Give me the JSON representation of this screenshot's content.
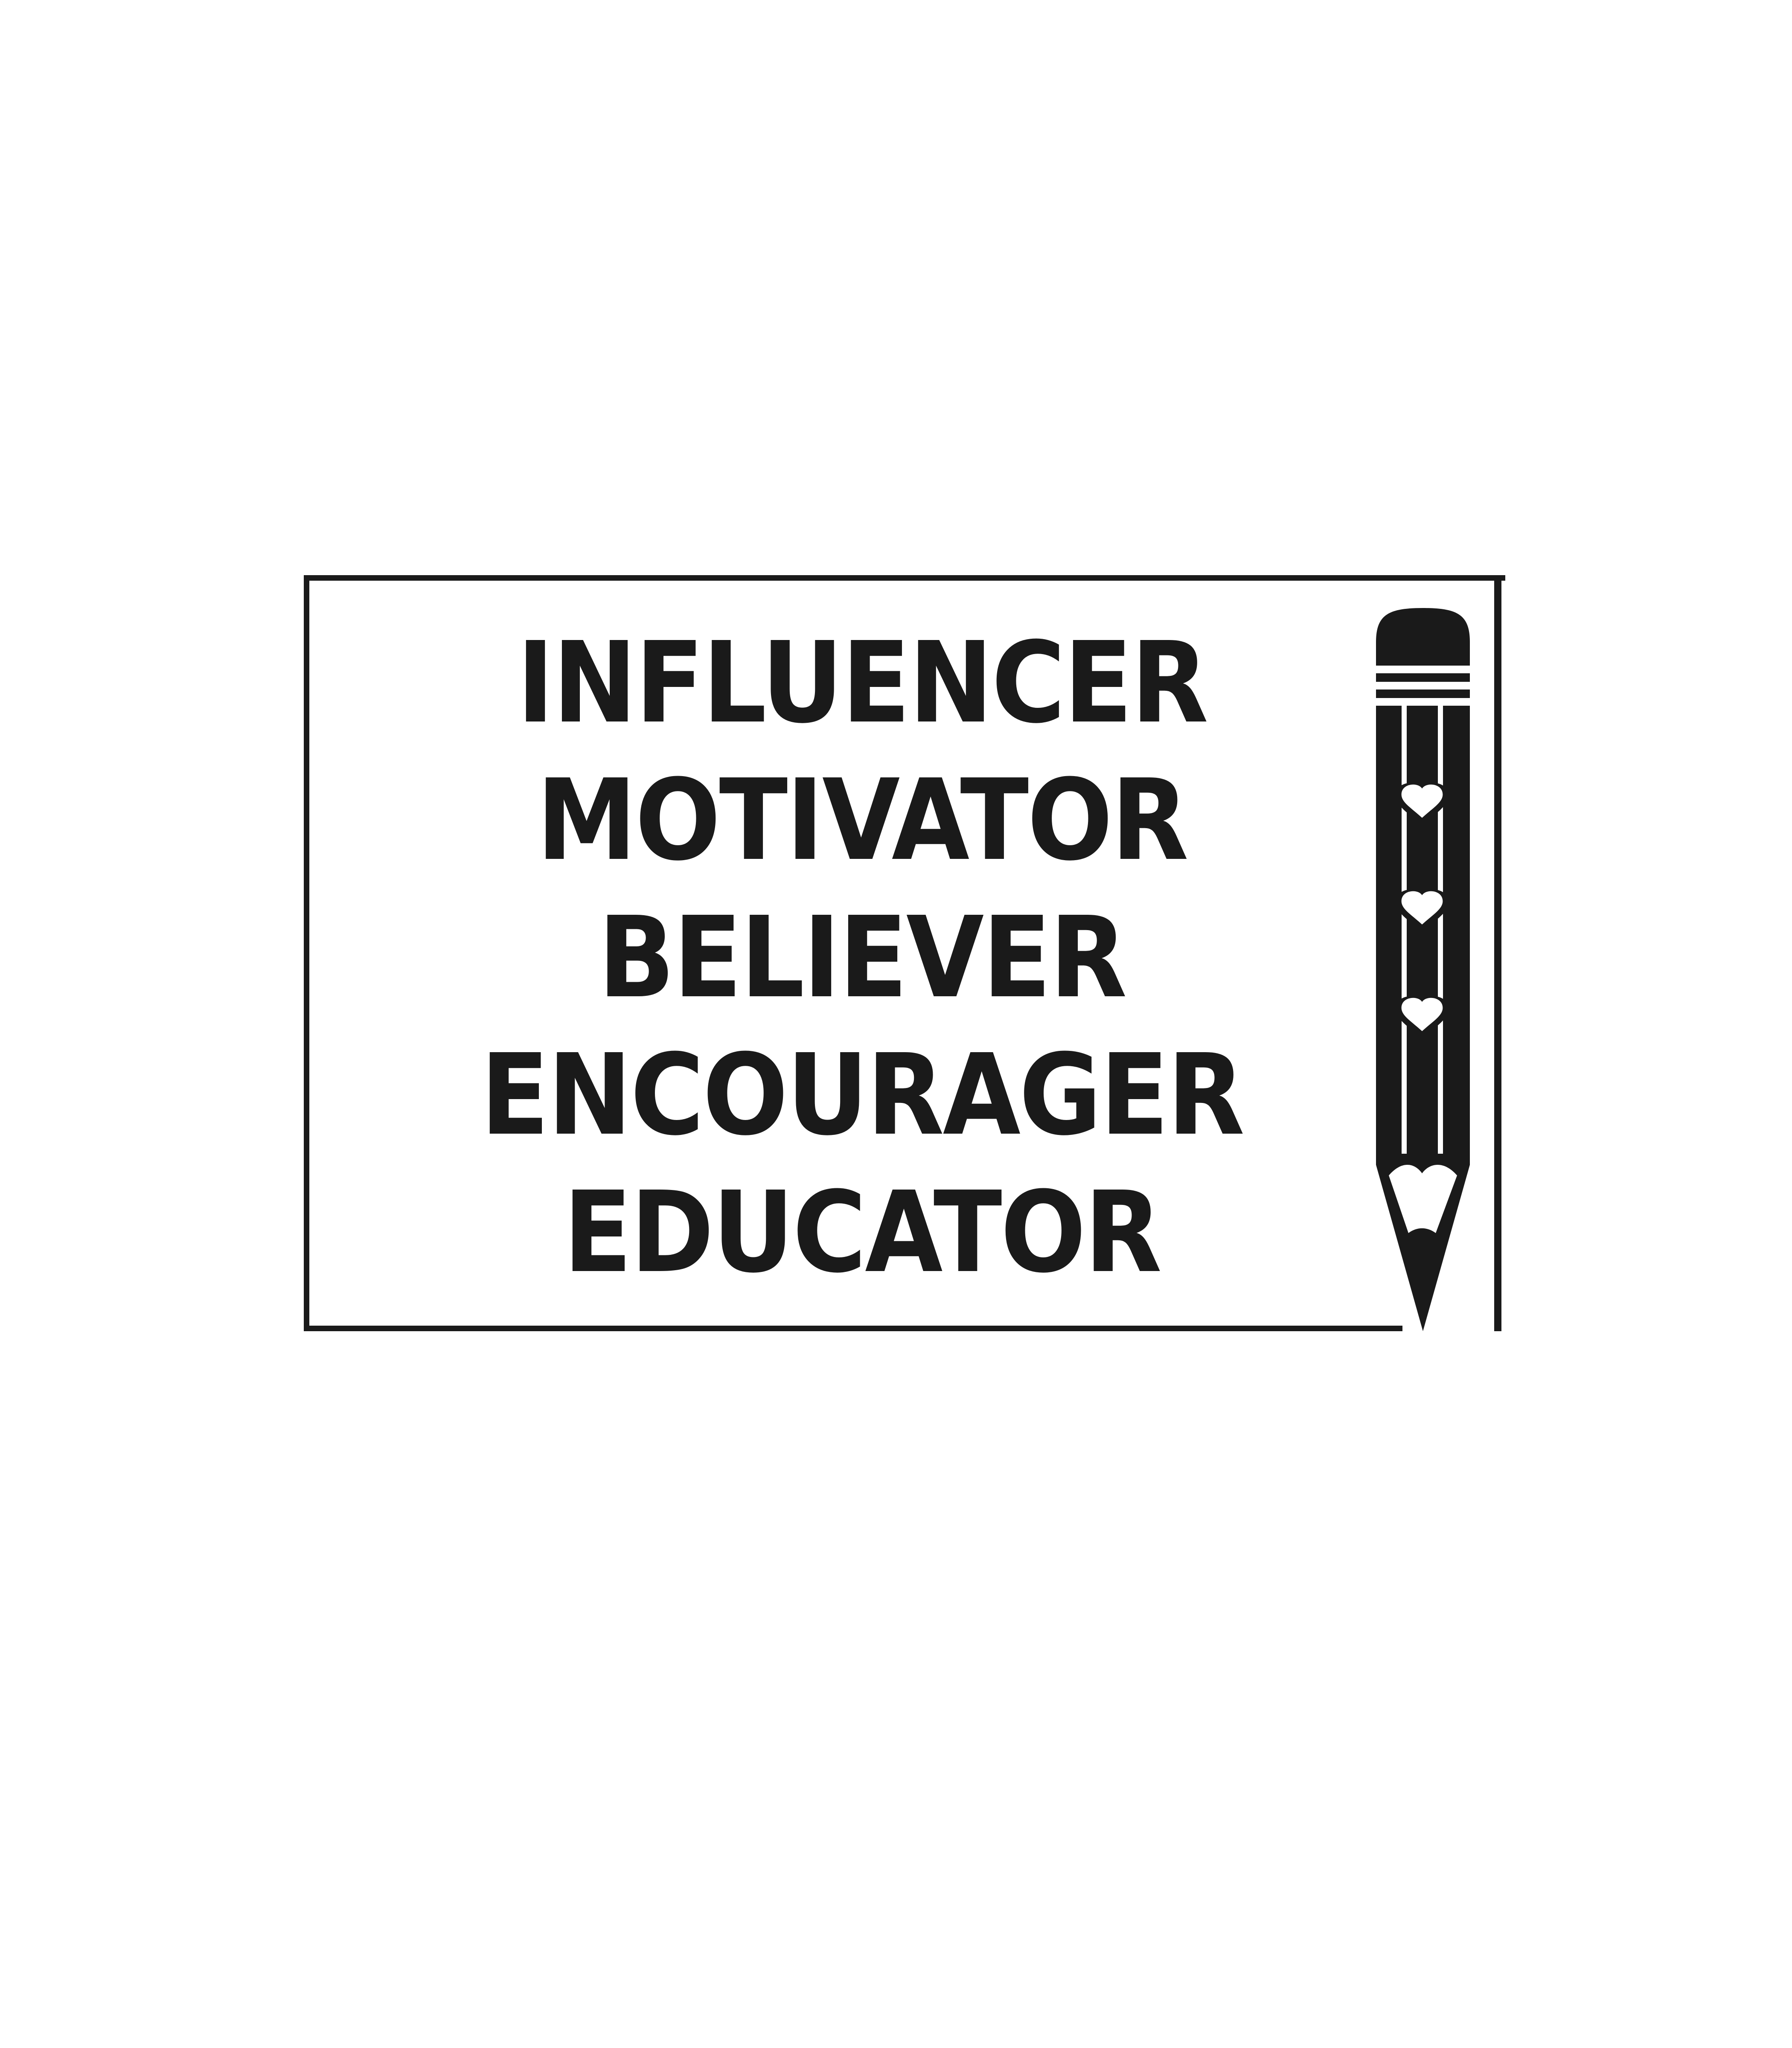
{
  "card": {
    "words": [
      "INFLUENCER",
      "MOTIVATOR",
      "BELIEVER",
      "ENCOURAGER",
      "EDUCATOR"
    ],
    "icon": "pencil-with-hearts-icon",
    "colors": {
      "ink": "#1a1a1a",
      "background": "#ffffff"
    }
  }
}
